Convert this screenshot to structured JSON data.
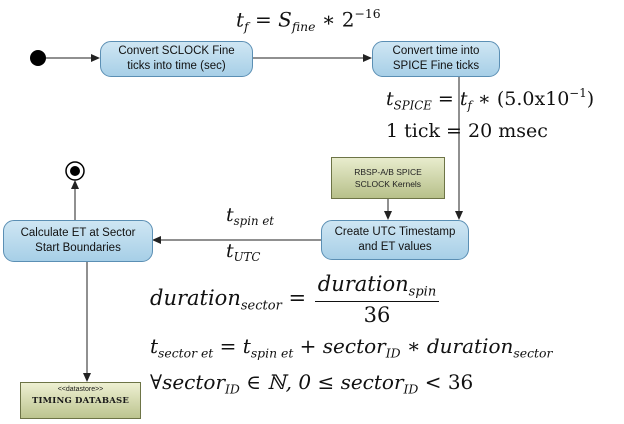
{
  "nodes": {
    "convert_fine": [
      "Convert SCLOCK Fine",
      "ticks into time (sec)"
    ],
    "convert_spice": [
      "Convert time into",
      "SPICE Fine ticks"
    ],
    "create_utc": [
      "Create UTC Timestamp",
      "and ET values"
    ],
    "calc_et": [
      "Calculate ET at Sector",
      "Start Boundaries"
    ]
  },
  "kernel": [
    "RBSP-A/B SPICE",
    "SCLOCK Kernels"
  ],
  "datastore": {
    "stereotype": "<<datastore>>",
    "name": "TIMING DATABASE"
  },
  "equations": {
    "tf": {
      "lhs": "t",
      "lhs_sub": "f",
      "rhs": "S",
      "rhs_sub": "fine",
      "op": "∗ 2",
      "exp": "−16"
    },
    "tspice": {
      "var": "t",
      "var_sub": "SPICE",
      "op": "= t",
      "op_sub": "f",
      "rest": "∗ (5.0x10",
      "exp": "−1",
      "close": ")"
    },
    "tick": "1 tick = 20 msec",
    "edge_label_1": {
      "var": "t",
      "sub": "spin",
      "sub2": "et"
    },
    "edge_label_2": {
      "var": "t",
      "sub": "UTC"
    },
    "duration": {
      "lhs": "duration",
      "lhs_sub": "sector",
      "num": "duration",
      "num_sub": "spin",
      "den": "36"
    },
    "tsector": {
      "lhs": "t",
      "lhs_sub": "sector et",
      "eq": "= t",
      "eq_sub": "spin et",
      "plus": "+ sector",
      "plus_sub": "ID",
      "mul": "∗ duration",
      "mul_sub": "sector"
    },
    "forall": {
      "pre": "∀sector",
      "pre_sub": "ID",
      "mid": "∈ ℕ, 0 ≤ sector",
      "mid_sub": "ID",
      "post": "< 36"
    }
  }
}
